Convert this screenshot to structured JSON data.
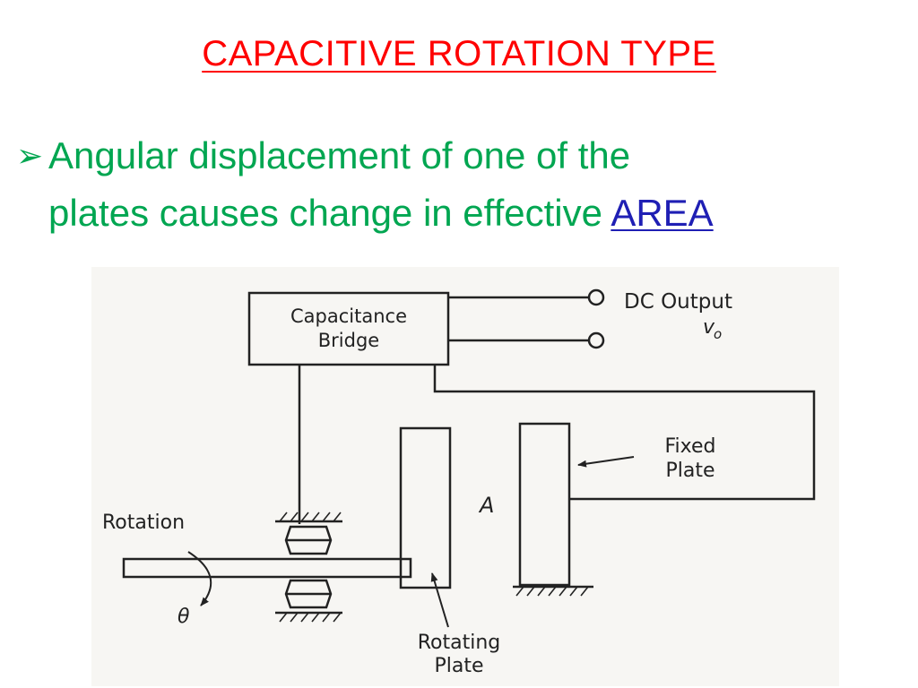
{
  "slide": {
    "title": "CAPACITIVE ROTATION TYPE",
    "bullet": {
      "marker": "➢",
      "line1": "Angular displacement of one of the",
      "line2": "plates causes change in effective ",
      "emphasis": "AREA"
    }
  },
  "diagram": {
    "labels": {
      "bridge_line1": "Capacitance",
      "bridge_line2": "Bridge",
      "output_line1": "DC Output",
      "output_symbol": "v",
      "output_subscript": "o",
      "fixed_line1": "Fixed",
      "fixed_line2": "Plate",
      "area": "A",
      "rotation": "Rotation",
      "theta": "θ",
      "rotating_line1": "Rotating",
      "rotating_line2": "Plate"
    }
  },
  "colors": {
    "title": "#ff0000",
    "bullet": "#00a651",
    "emphasis": "#1f1fb4",
    "drawing": "#222222",
    "diagram_background": "#f7f6f3"
  }
}
